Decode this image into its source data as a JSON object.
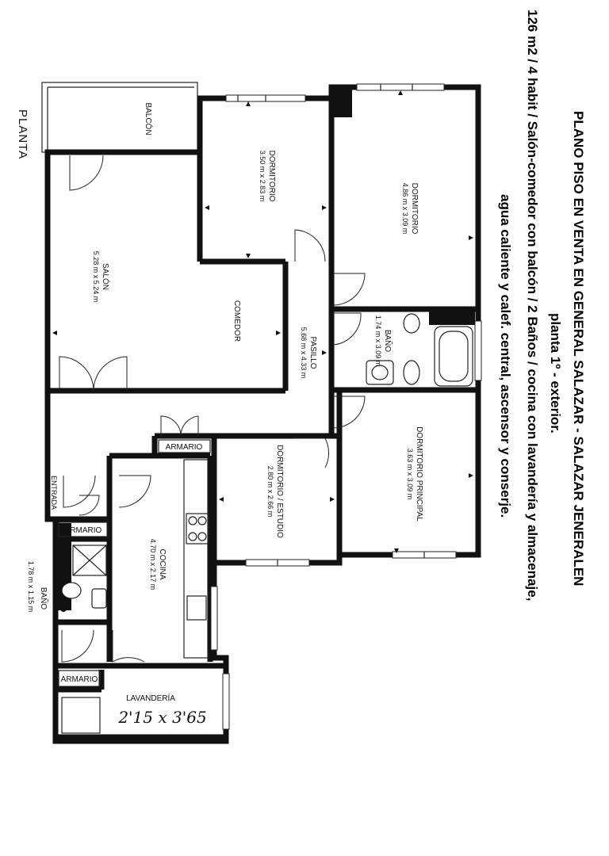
{
  "heading": {
    "line1": "PLANO PISO EN VENTA EN GENERAL SALAZAR - SALAZAR JENERALEN",
    "line2": "126 m2 / 4 habit / Salón-comedor  con balcón / 2 Baños / cocina con lavandería y almacenaje,",
    "line3": "planta 1º - exterior.",
    "line4": "agua caliente y calef. central, ascensor y conserje."
  },
  "plan_label": "PLANTA",
  "rooms": {
    "balcon": {
      "name": "BALCÓN"
    },
    "dormitorio1": {
      "name": "DORMITORIO",
      "dims": "3.50 m x 2.83 m"
    },
    "dormitorio2": {
      "name": "DORMITORIO",
      "dims": "4.86 m x 3.09 m"
    },
    "salon": {
      "name": "SALÓN",
      "dims": "5.28 m x 5.24 m"
    },
    "comedor": {
      "name": "COMEDOR"
    },
    "pasillo": {
      "name": "PASILLO",
      "dims": "5.68 m x 4.33 m"
    },
    "bano1": {
      "name": "BAÑO",
      "dims": "1.74 m x 3.09 m"
    },
    "dormitorio_principal": {
      "name": "DORMITORIO PRINCIPAL",
      "dims": "3.63 m x 3.09 m"
    },
    "dormitorio_estudio": {
      "name": "DORMITORIO / ESTUDIO",
      "dims": "2.80 m x 2.66 m"
    },
    "cocina": {
      "name": "COCINA",
      "dims": "4.70 m x 2.17 m"
    },
    "bano2": {
      "name": "BAÑO",
      "dims": "1.78 m x 1.15 m"
    },
    "lavanderia": {
      "name": "LAVANDERÍA",
      "handwritten": "2'15 x 3'65"
    }
  },
  "labels": {
    "armario_a": "ARMARIO",
    "armario_b": "ARMARIO",
    "armario_c": "ARMARIO",
    "entrada": "ENTRADA"
  }
}
